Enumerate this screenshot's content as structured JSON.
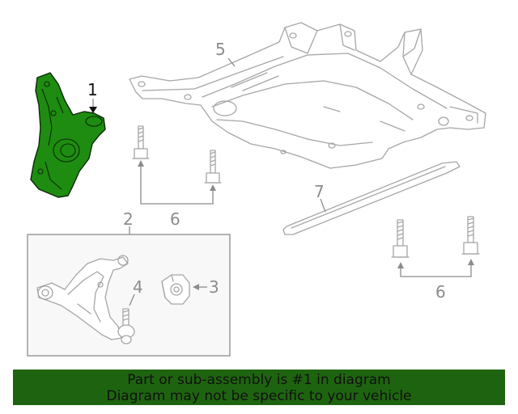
{
  "callouts": {
    "c1": "1",
    "c2": "2",
    "c3": "3",
    "c4": "4",
    "c5": "5",
    "c6a": "6",
    "c6b": "6",
    "c7": "7"
  },
  "banner": {
    "line1": "Part or sub-assembly is #1 in diagram",
    "line2": "Diagram may not be specific to your vehicle"
  },
  "colors": {
    "highlight_part": "#1e8c10",
    "banner_bg": "#1e6410",
    "line_art": "#a6a6a6"
  }
}
